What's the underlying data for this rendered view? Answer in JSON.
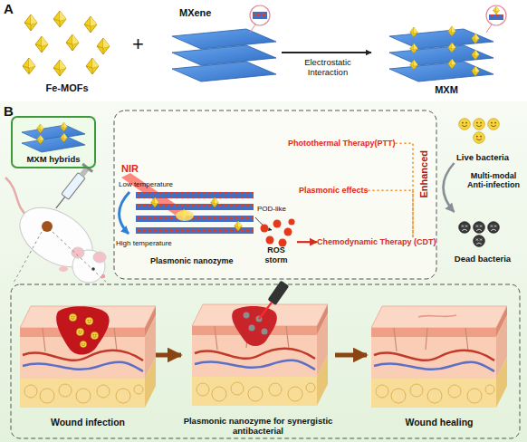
{
  "diagram": {
    "nodes": [
      {
        "text": [
          "Fe-MOFs"
        ]
      },
      {
        "text": [
          "MXene"
        ]
      },
      {
        "text": [
          "MXM"
        ]
      },
      {
        "text": [
          "MXM hybrids"
        ]
      },
      {
        "text": [
          "Photothermal Therapy(PTT)"
        ]
      },
      {
        "text": [
          "Plasmonic effects"
        ]
      },
      {
        "text": [
          "ROS storm"
        ]
      },
      {
        "text": [
          "Chemodynamic Therapy (CDT)"
        ]
      },
      {
        "text": [
          "Live bacteria"
        ]
      },
      {
        "text": [
          "Dead bacteria"
        ]
      },
      {
        "text": [
          "Wound infection"
        ]
      },
      {
        "text": [
          "Plasmonic nanozyme for synergistic antibacterial"
        ]
      },
      {
        "text": [
          "Wound healing"
        ]
      }
    ],
    "edges": [
      {
        "from": 1,
        "to": 2,
        "label": "Electrostatic Interaction",
        "arrow": "to"
      },
      {
        "from": 6,
        "to": 7,
        "arrow": "to"
      },
      {
        "from": 4,
        "to": 7,
        "arrow": "none"
      },
      {
        "from": 5,
        "to": 7,
        "arrow": "none"
      },
      {
        "from": 8,
        "to": 9,
        "label": "Multi-modal Anti-infection",
        "arrow": "to"
      },
      {
        "from": 10,
        "to": 11,
        "arrow": "to"
      },
      {
        "from": 11,
        "to": 12,
        "arrow": "to"
      }
    ],
    "labels": [
      "A",
      "+",
      "B",
      "NIR",
      "Low temperature",
      "High temperature",
      "POD-like",
      "Plasmonic nanozyme",
      "Enhanced"
    ]
  }
}
